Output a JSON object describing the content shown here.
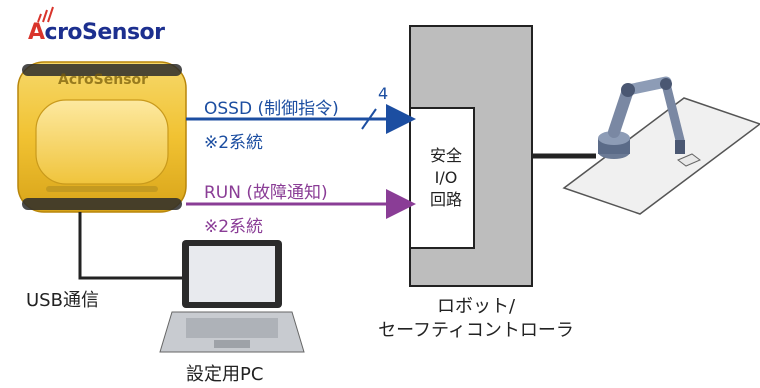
{
  "brand": {
    "logo_first_letter": "A",
    "logo_rest": "croSensor",
    "device_logo": "AcroSensor"
  },
  "signals": {
    "ossd_label": "OSSD (制御指令)",
    "ossd_count": "4",
    "ossd_note": "※2系統",
    "run_label": "RUN (故障通知)",
    "run_note": "※2系統"
  },
  "safety_io": {
    "line1": "安全",
    "line2": "I/O",
    "line3": "回路"
  },
  "controller": {
    "line1": "ロボット/",
    "line2": "セーフティコントローラ"
  },
  "usb_label": "USB通信",
  "pc_label": "設定用PC",
  "colors": {
    "ossd": "#1c4ea1",
    "run": "#8a3d96",
    "sensor_body": "#f1c232",
    "controller": "#bdbdbd"
  },
  "icons": {
    "sensor": "acrosensor-device",
    "robot": "robot-arm-icon",
    "pc": "laptop-icon"
  }
}
